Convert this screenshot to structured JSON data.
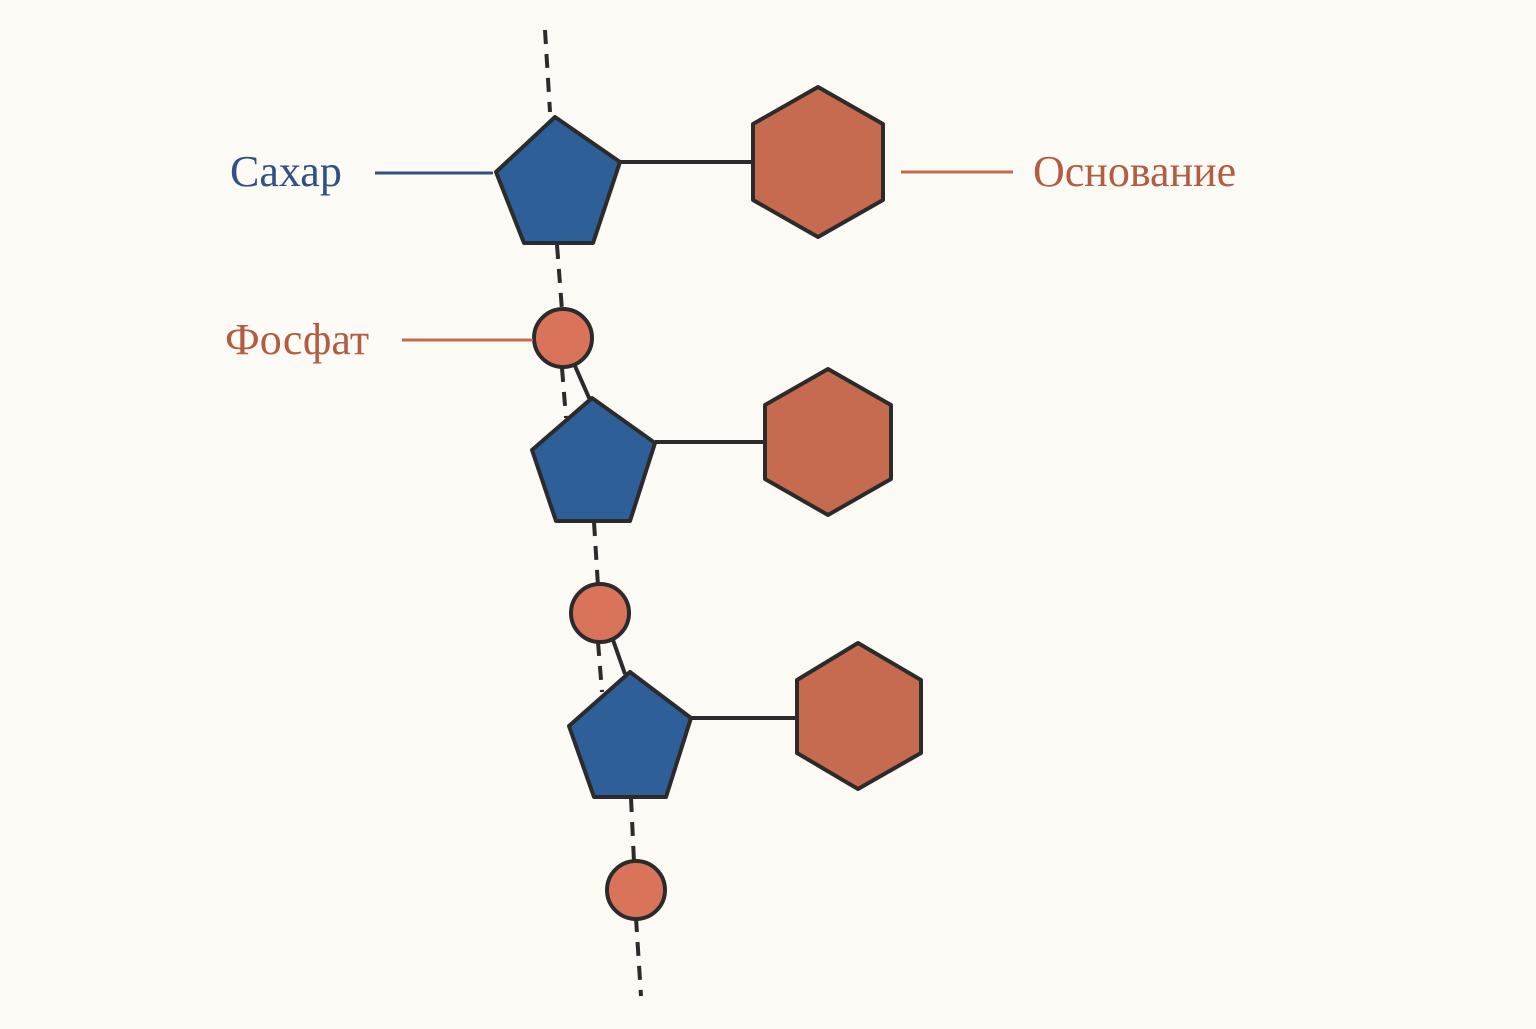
{
  "labels": {
    "sugar": "Сахар",
    "base": "Основание",
    "phosphate": "Фосфат"
  },
  "colors": {
    "background": "#fcfaf5",
    "sugar": "#2f5f98",
    "base": "#c66b4f",
    "phosphate": "#d9745a",
    "outline": "#2b2b2b",
    "sugar_label": "#2f5183",
    "base_label": "#b25c41",
    "phosphate_label": "#b25c41"
  },
  "nucleotides": [
    {
      "sugar": "sugar-pentagon",
      "base": "base-hexagon",
      "phosphate": "phosphate-circle"
    },
    {
      "sugar": "sugar-pentagon",
      "base": "base-hexagon",
      "phosphate": "phosphate-circle"
    },
    {
      "sugar": "sugar-pentagon",
      "base": "base-hexagon",
      "phosphate": "phosphate-circle"
    }
  ]
}
